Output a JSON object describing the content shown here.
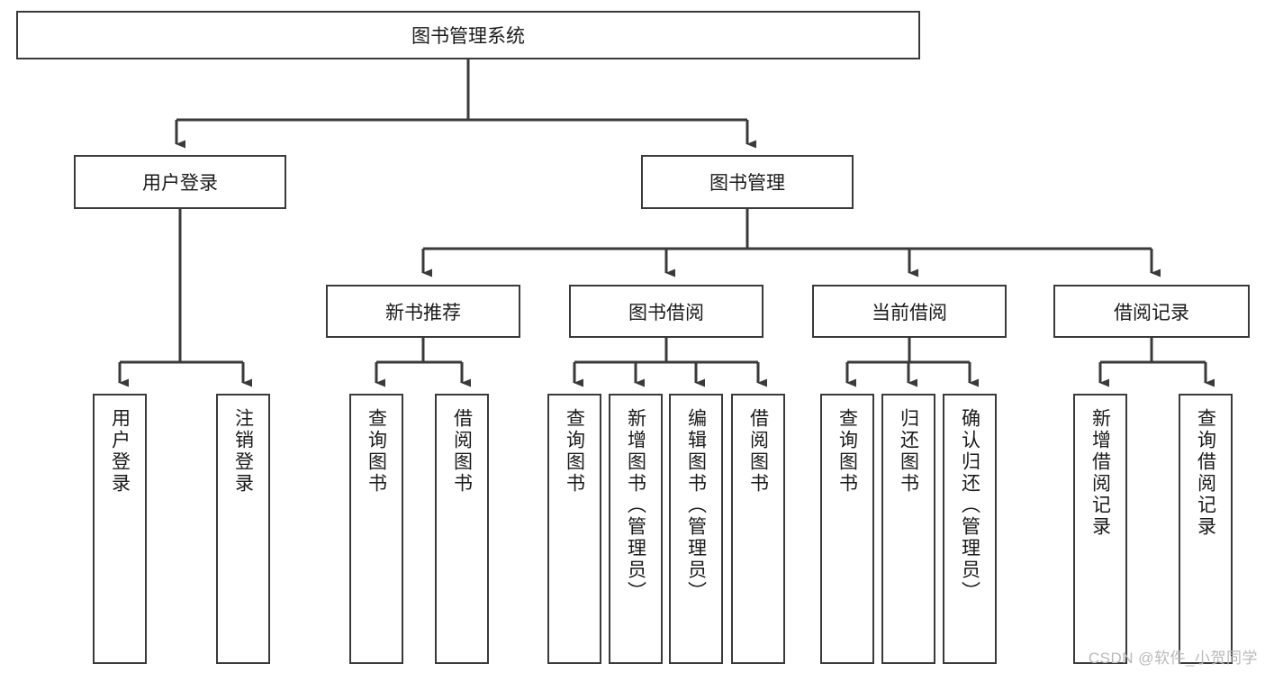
{
  "diagram": {
    "title": "图书管理系统",
    "type": "tree",
    "root": {
      "label": "图书管理系统"
    },
    "level2": [
      {
        "id": "user-login",
        "label": "用户登录"
      },
      {
        "id": "book-manage",
        "label": "图书管理"
      }
    ],
    "level3": [
      {
        "id": "new-book-recommend",
        "label": "新书推荐",
        "parent": "book-manage"
      },
      {
        "id": "book-borrow",
        "label": "图书借阅",
        "parent": "book-manage"
      },
      {
        "id": "current-borrow",
        "label": "当前借阅",
        "parent": "book-manage"
      },
      {
        "id": "borrow-record",
        "label": "借阅记录",
        "parent": "book-manage"
      }
    ],
    "leaves": [
      {
        "id": "leaf-user-login",
        "label": "用户登录",
        "parent": "user-login"
      },
      {
        "id": "leaf-user-logout",
        "label": "注销登录",
        "parent": "user-login"
      },
      {
        "id": "leaf-query-book-1",
        "label": "查询图书",
        "parent": "new-book-recommend"
      },
      {
        "id": "leaf-borrow-book-1",
        "label": "借阅图书",
        "parent": "new-book-recommend"
      },
      {
        "id": "leaf-query-book-2",
        "label": "查询图书",
        "parent": "book-borrow"
      },
      {
        "id": "leaf-add-book",
        "label": "新增图书（管理员）",
        "parent": "book-borrow"
      },
      {
        "id": "leaf-edit-book",
        "label": "编辑图书（管理员）",
        "parent": "book-borrow"
      },
      {
        "id": "leaf-borrow-book-2",
        "label": "借阅图书",
        "parent": "book-borrow"
      },
      {
        "id": "leaf-query-book-3",
        "label": "查询图书",
        "parent": "current-borrow"
      },
      {
        "id": "leaf-return-book",
        "label": "归还图书",
        "parent": "current-borrow"
      },
      {
        "id": "leaf-confirm-return",
        "label": "确认归还（管理员）",
        "parent": "current-borrow"
      },
      {
        "id": "leaf-add-record",
        "label": "新增借阅记录",
        "parent": "borrow-record"
      },
      {
        "id": "leaf-query-record",
        "label": "查询借阅记录",
        "parent": "borrow-record"
      }
    ]
  },
  "watermark": {
    "text": "CSDN @软件_小贺同学"
  },
  "colors": {
    "stroke": "#3a3a3a",
    "background": "#ffffff",
    "text": "#1a1a1a",
    "watermark": "#b9b9b9"
  }
}
